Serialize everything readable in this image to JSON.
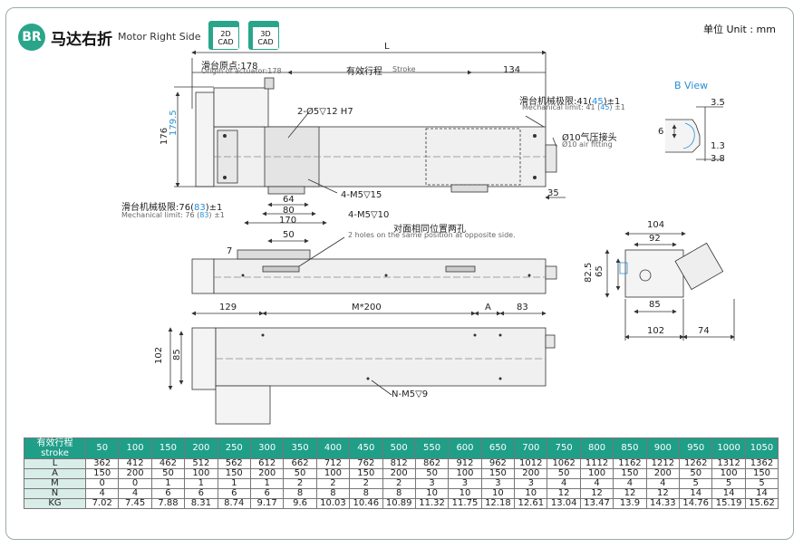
{
  "header": {
    "badge": "BR",
    "title": "马达右折",
    "subtitle": "Motor Right Side",
    "cad_2d": [
      "2D",
      "CAD"
    ],
    "cad_3d": [
      "3D",
      "CAD"
    ],
    "unit": "单位 Unit : mm"
  },
  "drawing": {
    "top_view": {
      "dim_L": "L",
      "origin_cn": "滑台原点:178",
      "origin_en": "Origin of actuator:178",
      "stroke_cn": "有效行程",
      "stroke_en": "Stroke",
      "dim_134": "134",
      "limit_right_cn": "滑台机械极限:41(",
      "limit_right_cn_val": "45",
      "limit_right_cn_end": ")±1",
      "limit_right_en": "Mechanical limit: 41 (",
      "limit_right_en_val": "45",
      "limit_right_en_end": ") ±1",
      "hole_2": "2-Ø5▽12 H7",
      "air_cn": "Ø10气压接头",
      "air_en": "Ø10 air fitting",
      "dim_176": "176",
      "dim_179_5": "179.5",
      "dim_64": "64",
      "dim_80": "80",
      "dim_170": "170",
      "dim_35": "35",
      "hole_4a": "4-M5▽15",
      "hole_4b": "4-M5▽10",
      "limit_left_cn": "滑台机械极限:76(",
      "limit_left_cn_val": "83",
      "limit_left_cn_end": ")±1",
      "limit_left_en": "Mechanical limit: 76 (",
      "limit_left_en_val": "83",
      "limit_left_en_end": ") ±1"
    },
    "b_view": {
      "title": "B View",
      "d35": "3.5",
      "d6": "6",
      "d13": "1.3",
      "d38": "3.8"
    },
    "side_view": {
      "dim_50": "50",
      "dim_7": "7",
      "note_cn": "对面相同位置两孔",
      "note_en": "2 holes on the same position at opposite side."
    },
    "end_view": {
      "d104": "104",
      "d92": "92",
      "d82_5": "82.5",
      "d65": "65",
      "d85": "85",
      "d102": "102",
      "d74": "74"
    },
    "bottom_view": {
      "d129": "129",
      "dM200": "M*200",
      "dA": "A",
      "d83": "83",
      "d102": "102",
      "d85": "85",
      "holes": "N-M5▽9"
    }
  },
  "table": {
    "header_cn": "有效行程",
    "header_en": "stroke",
    "strokes": [
      "50",
      "100",
      "150",
      "200",
      "250",
      "300",
      "350",
      "400",
      "450",
      "500",
      "550",
      "600",
      "650",
      "700",
      "750",
      "800",
      "850",
      "900",
      "950",
      "1000",
      "1050"
    ],
    "rows": [
      {
        "label": "L",
        "values": [
          "362",
          "412",
          "462",
          "512",
          "562",
          "612",
          "662",
          "712",
          "762",
          "812",
          "862",
          "912",
          "962",
          "1012",
          "1062",
          "1112",
          "1162",
          "1212",
          "1262",
          "1312",
          "1362"
        ]
      },
      {
        "label": "A",
        "values": [
          "150",
          "200",
          "50",
          "100",
          "150",
          "200",
          "50",
          "100",
          "150",
          "200",
          "50",
          "100",
          "150",
          "200",
          "50",
          "100",
          "150",
          "200",
          "50",
          "100",
          "150"
        ]
      },
      {
        "label": "M",
        "values": [
          "0",
          "0",
          "1",
          "1",
          "1",
          "1",
          "2",
          "2",
          "2",
          "2",
          "3",
          "3",
          "3",
          "3",
          "4",
          "4",
          "4",
          "4",
          "5",
          "5",
          "5"
        ]
      },
      {
        "label": "N",
        "values": [
          "4",
          "4",
          "6",
          "6",
          "6",
          "6",
          "8",
          "8",
          "8",
          "8",
          "10",
          "10",
          "10",
          "10",
          "12",
          "12",
          "12",
          "12",
          "14",
          "14",
          "14"
        ]
      },
      {
        "label": "KG",
        "values": [
          "7.02",
          "7.45",
          "7.88",
          "8.31",
          "8.74",
          "9.17",
          "9.6",
          "10.03",
          "10.46",
          "10.89",
          "11.32",
          "11.75",
          "12.18",
          "12.61",
          "13.04",
          "13.47",
          "13.9",
          "14.33",
          "14.76",
          "15.19",
          "15.62"
        ]
      }
    ]
  },
  "colors": {
    "accent": "#1f9e88",
    "highlight": "#2a8fd6"
  }
}
